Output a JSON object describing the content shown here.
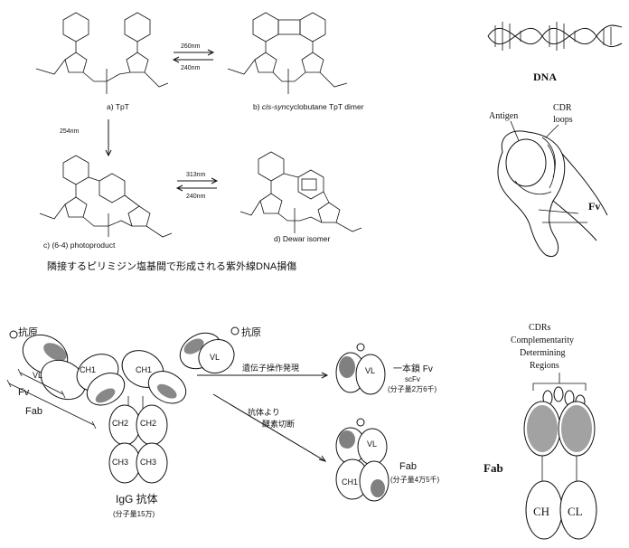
{
  "uv_damage": {
    "panel_a_label": "a) TpT",
    "panel_b_label_prefix": "b) ",
    "panel_b_label_italic": "cis-syn",
    "panel_b_label_rest": "cyclobutane TpT dimer",
    "panel_c_label": "c) (6-4) photoproduct",
    "panel_d_label": "d) Dewar isomer",
    "arrow_260": "260nm",
    "arrow_240_top": "240nm",
    "arrow_254": "254nm",
    "arrow_313": "313nm",
    "arrow_240_bottom": "240nm",
    "caption": "隣接するピリミジン塩基間で形成される紫外線DNA損傷"
  },
  "dna": {
    "label": "DNA"
  },
  "fv_hand": {
    "antigen": "Antigen",
    "cdr_loops_1": "CDR",
    "cdr_loops_2": "loops",
    "fv": "Fv"
  },
  "antibody": {
    "antigen_left": "抗原",
    "antigen_right": "抗原",
    "vl_left": "VL",
    "ch1_left": "CH1",
    "ch1_right": "CH1",
    "vl_right": "VL",
    "ch2_left": "CH2",
    "ch2_right": "CH2",
    "ch3_left": "CH3",
    "ch3_right": "CH3",
    "fv_bracket": "Fv",
    "fab_bracket": "Fab",
    "title": "IgG 抗体",
    "mw": "(分子量15万)",
    "arrow_gene": "遺伝子操作発現",
    "arrow_enzyme_1": "抗体より",
    "arrow_enzyme_2": "酵素切断"
  },
  "scfv": {
    "title": "一本鎖 Fv",
    "sub": "scFv",
    "mw": "(分子量2万6千)",
    "vl": "VL"
  },
  "fab": {
    "title": "Fab",
    "mw": "(分子量4万5千)",
    "vl": "VL",
    "ch1": "CH1"
  },
  "cdr_diagram": {
    "line1": "CDRs",
    "line2": "Complementarity",
    "line3": "Determining",
    "line4": "Regions",
    "fab_label": "Fab",
    "ch": "CH",
    "cl": "CL"
  }
}
